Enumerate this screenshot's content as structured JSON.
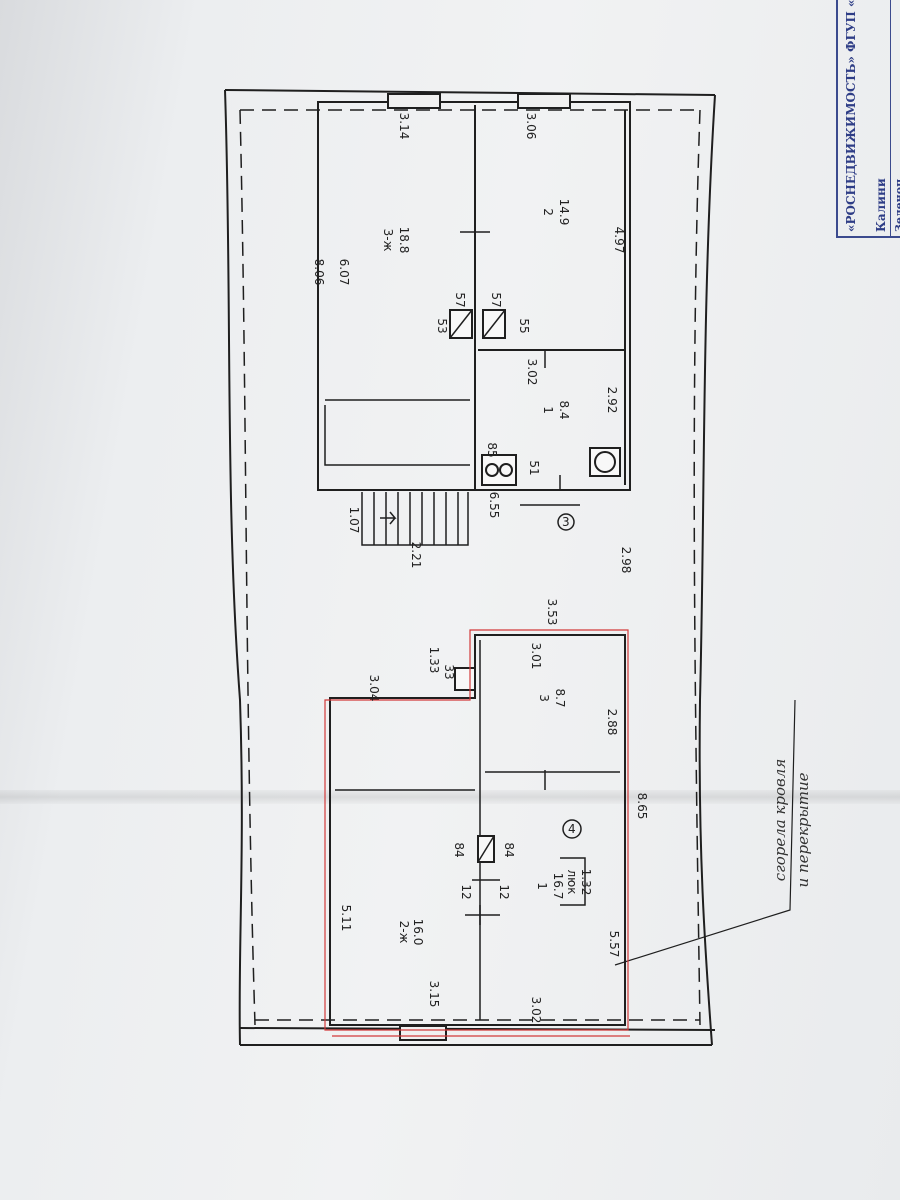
{
  "stamp": {
    "org": "«РОСНЕДВИЖИМОСТЬ»",
    "fgup": "ФГУП «Ро",
    "region": "Калини",
    "extra": "Зеленоп"
  },
  "annotation": {
    "line1": "сгорела кровля",
    "line2": "и перекрытие"
  },
  "dimensions": {
    "overall_width_left": "8.06",
    "overall_width_right": "8.65",
    "stair_width": "1.07",
    "stair_length": "2.21",
    "to_axis3": "6.55",
    "gap_between_blocks": "2.98",
    "block3_top": "3.04",
    "chimney_w": "1.33",
    "chimney_d": "33",
    "room3_top": "3.53"
  },
  "block_upper": {
    "room_3": {
      "label": "3-ж",
      "area": "18.8",
      "len": "6.07",
      "width": "3.14"
    },
    "room_2": {
      "label": "2",
      "area": "14.9",
      "len": "4.97",
      "width": "3.06"
    },
    "room_1": {
      "label": "1",
      "area": "8.4",
      "len": "2.92",
      "width": "3.02"
    },
    "vent_a": "57",
    "vent_a2": "53",
    "vent_b": "57",
    "vent_b2": "55",
    "stove": "85",
    "stove2": "51",
    "axis": "3"
  },
  "block_lower": {
    "room_2": {
      "label": "2-ж",
      "area": "16.0",
      "len": "5.11",
      "width": "3.15"
    },
    "room_1": {
      "label": "1",
      "area": "16.7",
      "len": "5.57",
      "width": "3.02"
    },
    "room_3": {
      "label": "3",
      "area": "8.7",
      "len": "2.88",
      "width": "3.01"
    },
    "hatch": {
      "label": "люк",
      "value": "1.32"
    },
    "vent_a": "84",
    "vent_a2": "84",
    "vent_b": "12",
    "vent_b2": "12",
    "axis": "4"
  },
  "colors": {
    "line": "#1f1f1f",
    "redline": "#d23a3a",
    "stamp": "#2e3d86"
  }
}
